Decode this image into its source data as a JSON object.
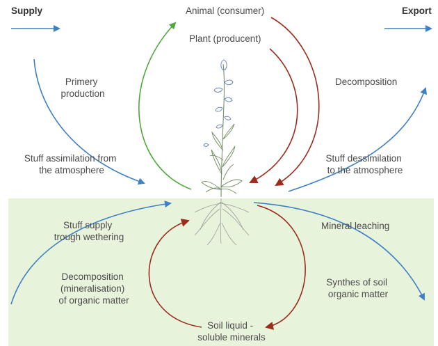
{
  "colors": {
    "soil_background": "#e8f3dc",
    "blue_flow": "#3f7fc4",
    "green_flow": "#4ea83c",
    "red_flow": "#9b2c1c"
  },
  "labels": {
    "supply": "Supply",
    "export": "Export",
    "animal": "Animal (consumer)",
    "plant": "Plant (producent)",
    "primary_production": [
      "Primery",
      "production"
    ],
    "decomposition_top": "Decomposition",
    "stuff_assimilation": [
      "Stuff assimilation from",
      "the atmosphere"
    ],
    "stuff_dessimilation": [
      "Stuff dessimilation",
      "to the atmosphere"
    ],
    "stuff_supply": [
      "Stuff supply",
      "trough wethering"
    ],
    "mineral_leaching": "Mineral leaching",
    "decomposition_mineral": [
      "Decomposition",
      "(mineralisation)",
      "of organic matter"
    ],
    "synthes": [
      "Synthes of soil",
      "organic matter"
    ],
    "soil_liquid": [
      "Soil liquid -",
      "soluble minerals"
    ]
  }
}
